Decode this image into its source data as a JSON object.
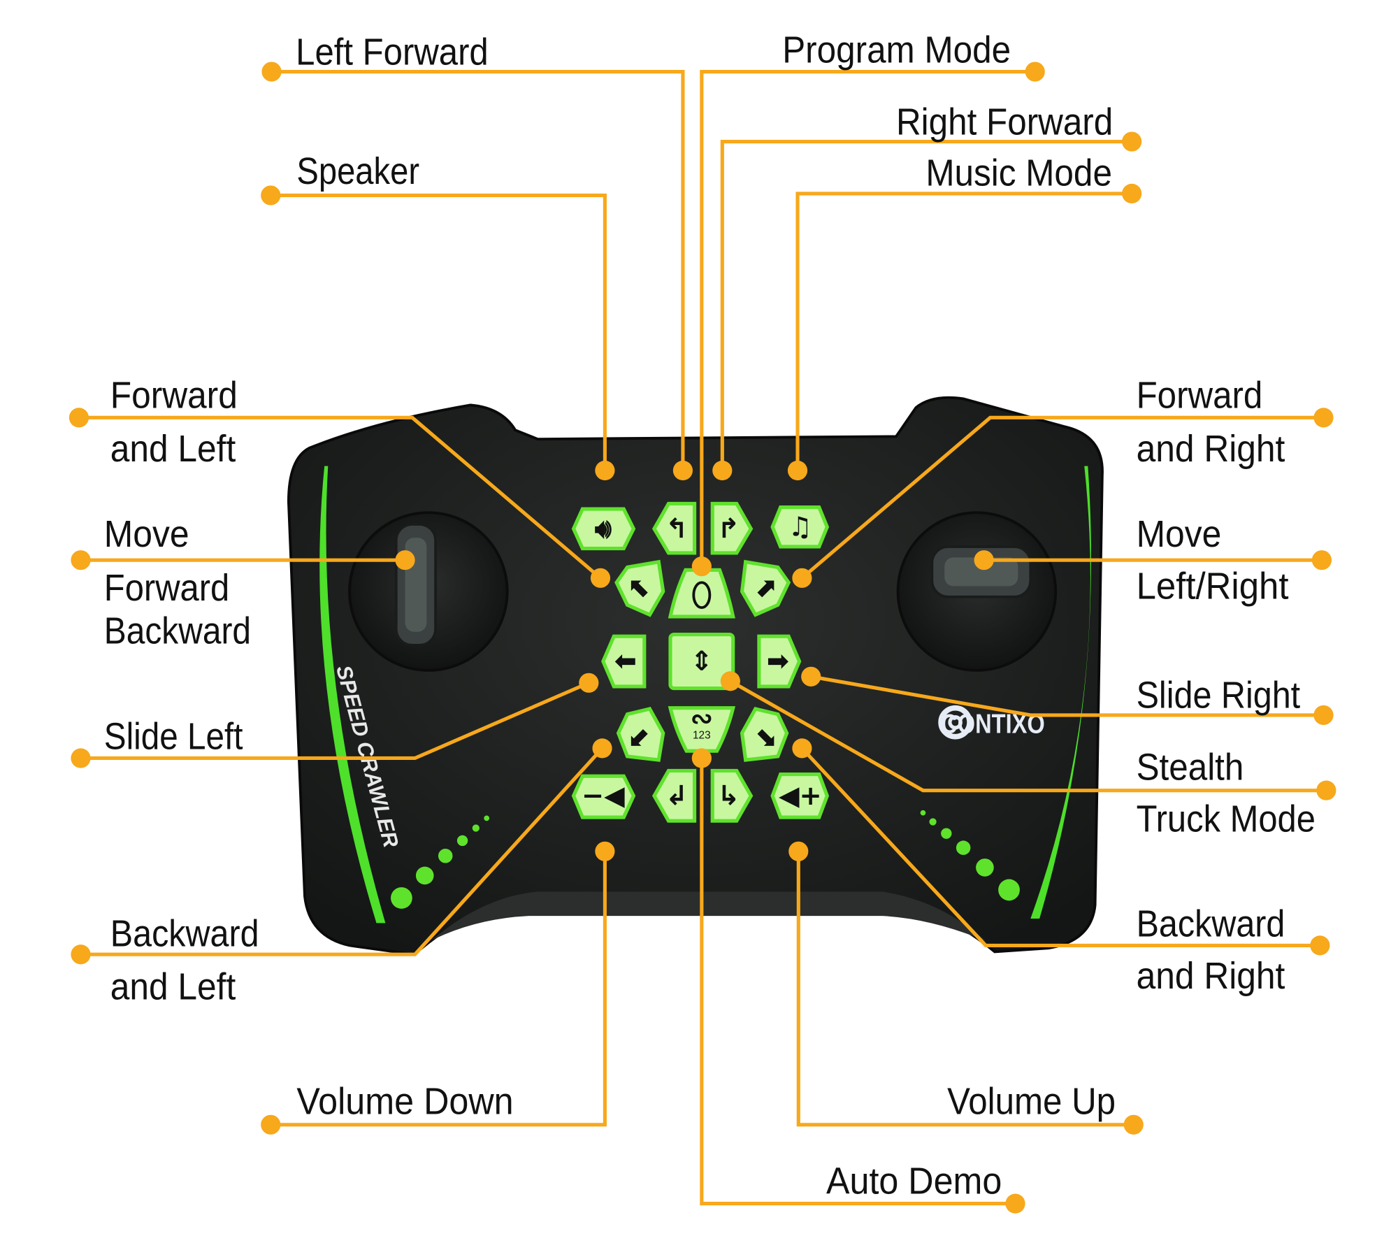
{
  "labels": {
    "left_forward": "Left Forward",
    "program_mode": "Program Mode",
    "right_forward": "Right Forward",
    "music_mode": "Music Mode",
    "speaker": "Speaker",
    "forward_and_left": [
      "Forward",
      "and Left"
    ],
    "move_forward_backward": [
      "Move",
      "Forward",
      "Backward"
    ],
    "slide_left": "Slide Left",
    "backward_and_left": [
      "Backward",
      "and Left"
    ],
    "volume_down": "Volume Down",
    "volume_up": "Volume Up",
    "auto_demo": "Auto Demo",
    "forward_and_right": [
      "Forward",
      "and Right"
    ],
    "move_left_right": [
      "Move",
      "Left/Right"
    ],
    "slide_right": "Slide Right",
    "stealth_truck_mode": [
      "Stealth",
      "Truck Mode"
    ],
    "backward_and_right": [
      "Backward",
      "and Right"
    ]
  },
  "device": {
    "product_name": "SPEED CRAWLER",
    "brand": "CONTIXO",
    "demo_button_number": "123"
  },
  "icons": {
    "speaker": "speaker-icon",
    "left_turn": "curved-arrow-up-left-icon",
    "right_turn": "curved-arrow-up-right-icon",
    "music": "music-note-icon",
    "forward_left": "arrow-up-left-icon",
    "program": "mouse-icon",
    "forward_right": "arrow-up-right-icon",
    "slide_left": "arrow-left-icon",
    "stealth": "truck-height-icon",
    "slide_right": "arrow-right-icon",
    "backward_left": "arrow-down-left-icon",
    "auto_demo": "loop-path-icon",
    "backward_right": "arrow-down-right-icon",
    "volume_down": "volume-down-icon",
    "back_left_turn": "curved-arrow-down-left-icon",
    "back_right_turn": "curved-arrow-down-right-icon",
    "volume_up": "volume-up-icon"
  },
  "colors": {
    "callout": "#f7a81b",
    "button_glow": "#c8f7a0",
    "accent_green": "#5fe22c",
    "body": "#1f2120"
  }
}
